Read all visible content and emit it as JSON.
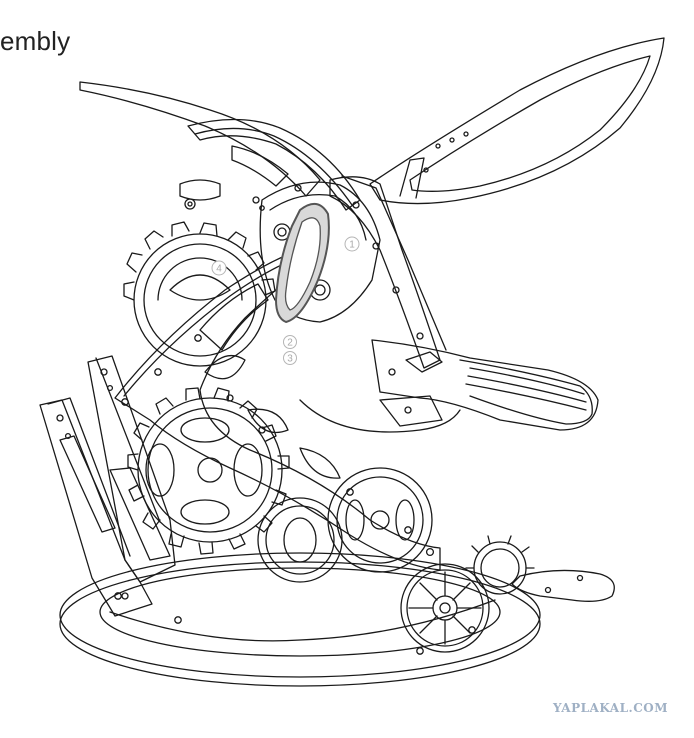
{
  "diagram": {
    "heading": "embly",
    "callouts": [
      {
        "number": "1"
      },
      {
        "number": "2"
      },
      {
        "number": "3"
      },
      {
        "number": "4"
      }
    ]
  },
  "watermark": {
    "text": "YAPLAKAL.COM"
  },
  "colors": {
    "line": "#1a1a1a",
    "highlight_stroke": "#555555",
    "highlight_fill": "#d9d9d9",
    "callout_circle": "#b5b5b5",
    "watermark": "#9fb0c4"
  }
}
